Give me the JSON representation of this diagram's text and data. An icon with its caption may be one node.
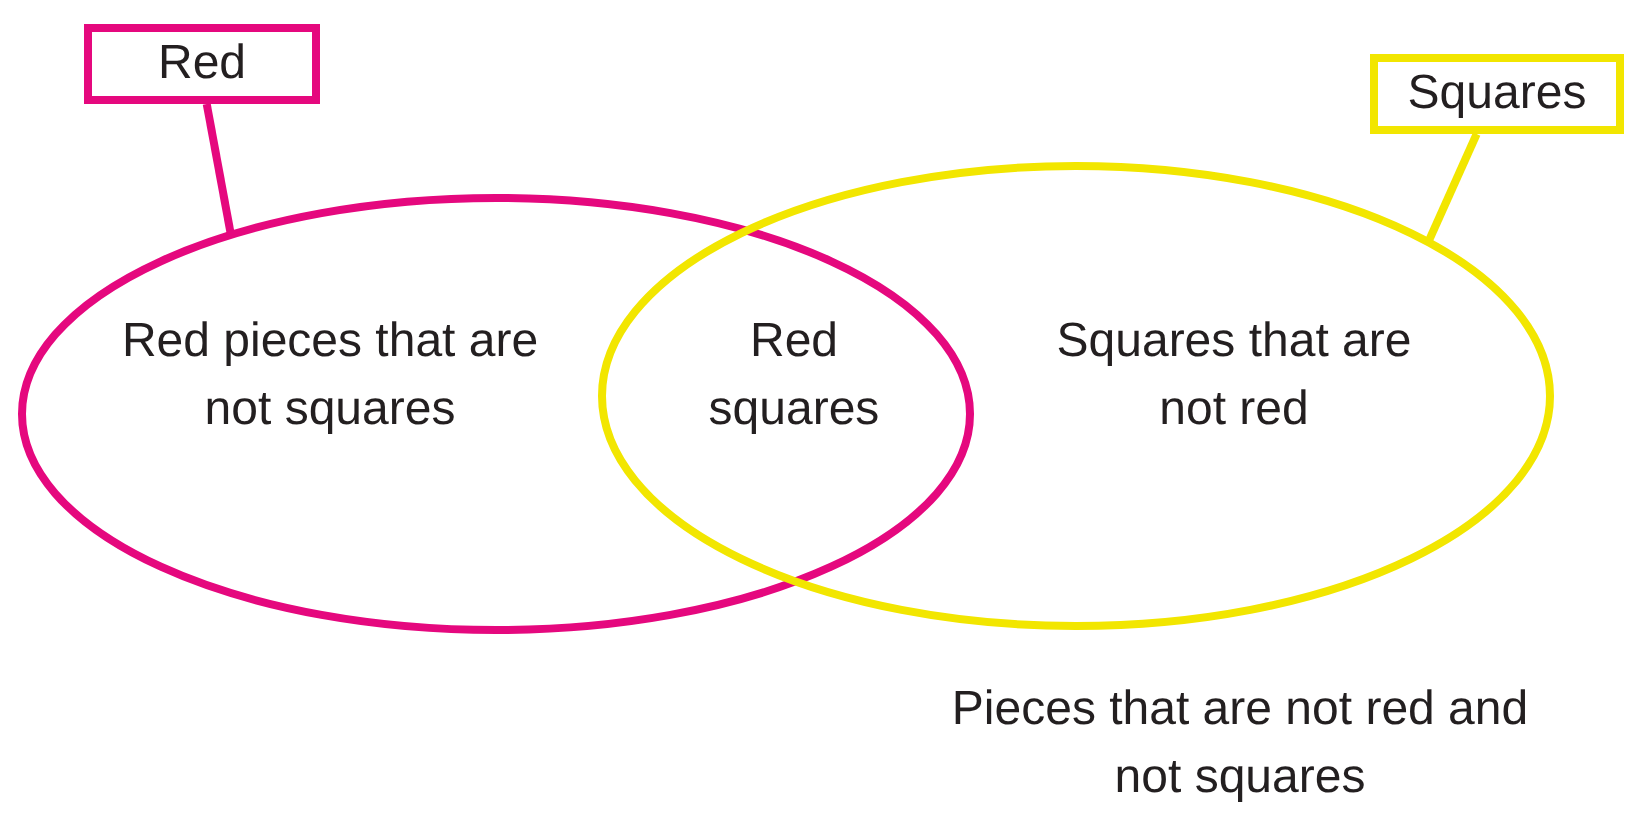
{
  "diagram": {
    "nodes": [
      {
        "text": [
          "Red"
        ]
      },
      {
        "text": [],
        "shape": "ellipse"
      },
      {
        "text": [
          "Squares"
        ]
      },
      {
        "text": [],
        "shape": "ellipse"
      }
    ],
    "edges": [
      {
        "from": 0,
        "to": 1,
        "arrow": "none",
        "color": "#e5087e"
      },
      {
        "from": 2,
        "to": 3,
        "arrow": "none",
        "color": "#f2e600"
      }
    ],
    "labels": [
      "Red pieces that are not squares",
      "Red squares",
      "Squares that are not red",
      "Pieces that are not red and not squares"
    ]
  }
}
